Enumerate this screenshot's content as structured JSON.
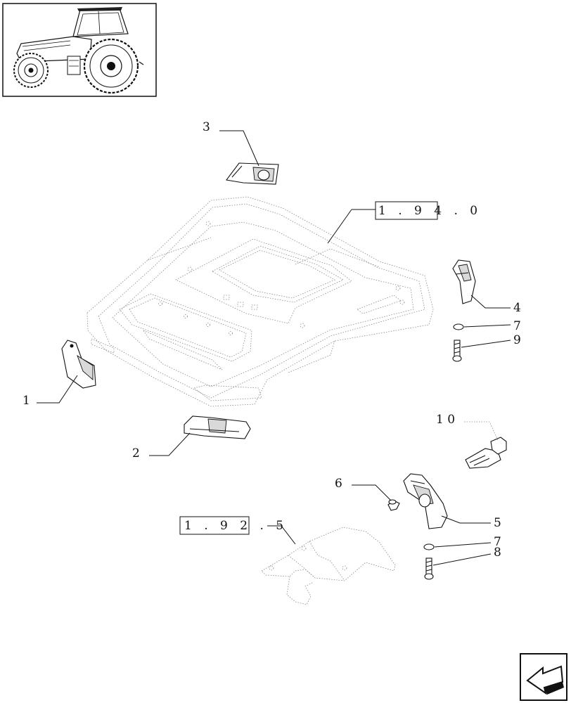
{
  "callouts": {
    "c1": "1",
    "c2": "2",
    "c3": "3",
    "c4": "4",
    "c5": "5",
    "c6": "6",
    "c7a": "7",
    "c7b": "7",
    "c8": "8",
    "c9": "9",
    "c10": "1 0"
  },
  "references": {
    "roof": "1 . 9 4 . 0",
    "bracket": "1 . 9 2 . 5"
  },
  "icons": {
    "thumbnail": "tractor-thumbnail-icon",
    "navigation": "next-page-arrow-icon"
  }
}
